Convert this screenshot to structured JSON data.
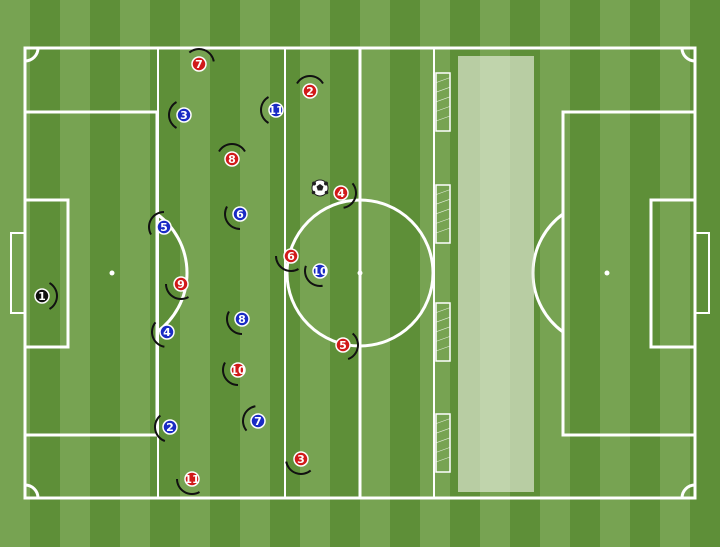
{
  "colors": {
    "stripe_light": "#77a352",
    "stripe_dark": "#5e8f38",
    "lines": "#ffffff",
    "zone_fill": "#e8eedd",
    "red_team": "#d11a1a",
    "blue_team": "#1a2bc4",
    "goalkeeper": "#111111",
    "marker_arc": "#111111"
  },
  "pitch": {
    "goals": [
      {
        "side": "left"
      },
      {
        "side": "right"
      }
    ],
    "mini_goals": [
      {
        "index": 1
      },
      {
        "index": 2
      },
      {
        "index": 3
      },
      {
        "index": 4
      }
    ],
    "drill_lines": [
      {
        "name": "drill-line-1"
      },
      {
        "name": "drill-line-2"
      }
    ],
    "target_zone": {
      "name": "target-zone"
    }
  },
  "players": {
    "red": [
      {
        "number": "7"
      },
      {
        "number": "2"
      },
      {
        "number": "8"
      },
      {
        "number": "4"
      },
      {
        "number": "6"
      },
      {
        "number": "9"
      },
      {
        "number": "5"
      },
      {
        "number": "10"
      },
      {
        "number": "3"
      },
      {
        "number": "11"
      }
    ],
    "blue": [
      {
        "number": "3"
      },
      {
        "number": "11"
      },
      {
        "number": "5"
      },
      {
        "number": "6"
      },
      {
        "number": "10"
      },
      {
        "number": "4"
      },
      {
        "number": "8"
      },
      {
        "number": "2"
      },
      {
        "number": "7"
      }
    ],
    "goalkeeper": [
      {
        "number": "1"
      }
    ]
  },
  "ball": {
    "icon": "soccer-ball-icon"
  }
}
